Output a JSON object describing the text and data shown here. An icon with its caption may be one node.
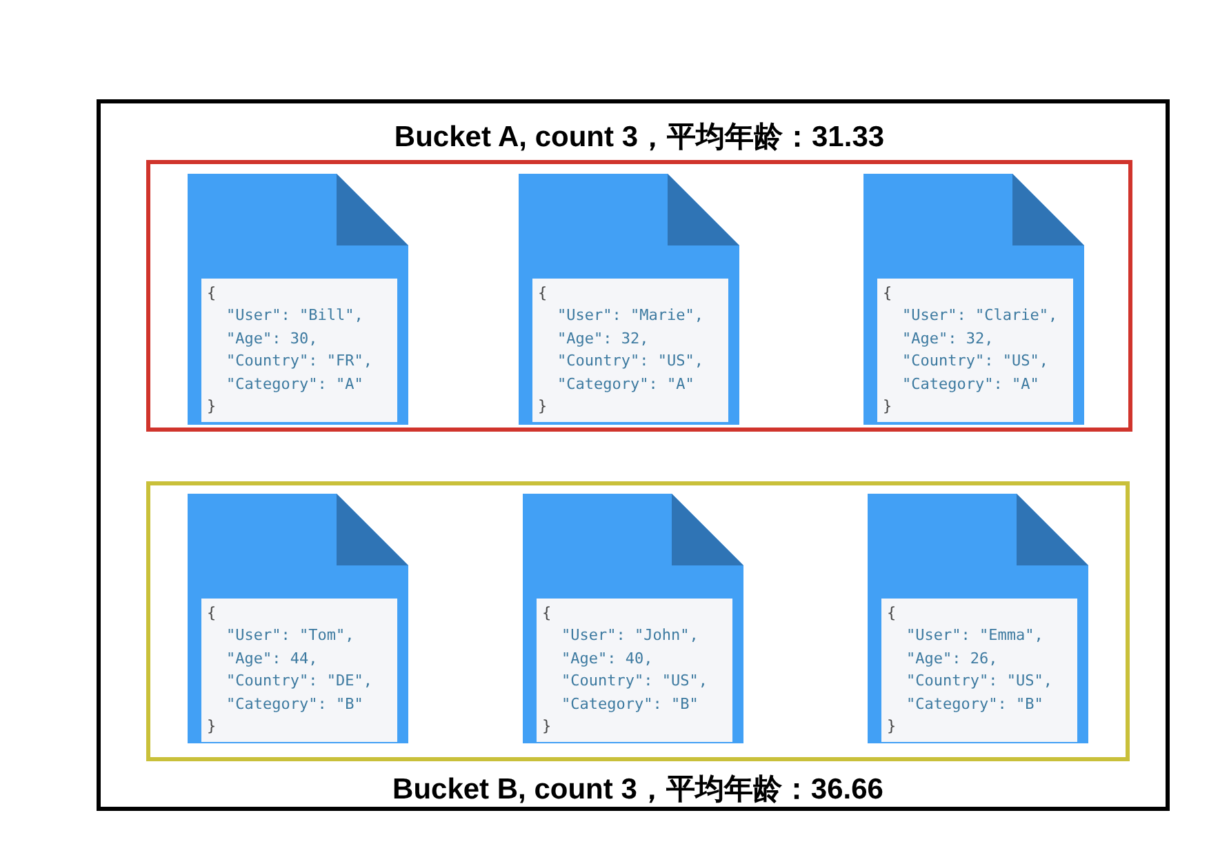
{
  "diagram": {
    "nodes": [
      {
        "text": [],
        "shape": "box"
      },
      {
        "text": [
          "Bucket A, count 3，平均年龄：31.33"
        ],
        "in": 0
      },
      {
        "text": [
          "{",
          "\"User\": \"Bill\",",
          "\"Age\": 30,",
          "\"Country\": \"FR\",",
          "\"Category\": \"A\"",
          "}"
        ],
        "in": 1
      },
      {
        "text": [
          "{",
          "\"User\": \"Marie\",",
          "\"Age\": 32,",
          "\"Country\": \"US\",",
          "\"Category\": \"A\"",
          "}"
        ],
        "in": 1
      },
      {
        "text": [
          "{",
          "\"User\": \"Clarie\",",
          "\"Age\": 32,",
          "\"Country\": \"US\",",
          "\"Category\": \"A\"",
          "}"
        ],
        "in": 1
      },
      {
        "text": [
          "Bucket B, count 3，平均年龄：36.66"
        ],
        "in": 0
      },
      {
        "text": [
          "{",
          "\"User\": \"Tom\",",
          "\"Age\": 44,",
          "\"Country\": \"DE\",",
          "\"Category\": \"B\"",
          "}"
        ],
        "in": 5
      },
      {
        "text": [
          "{",
          "\"User\": \"John\",",
          "\"Age\": 40,",
          "\"Country\": \"US\",",
          "\"Category\": \"B\"",
          "}"
        ],
        "in": 5
      },
      {
        "text": [
          "{",
          "\"User\": \"Emma\",",
          "\"Age\": 26,",
          "\"Country\": \"US\",",
          "\"Category\": \"B\"",
          "}"
        ],
        "in": 5
      }
    ]
  }
}
